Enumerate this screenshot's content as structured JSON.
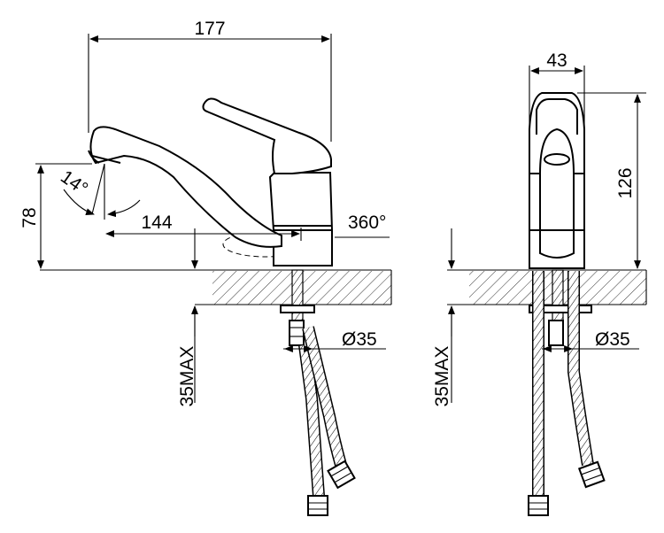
{
  "side_view": {
    "dim_width": "177",
    "dim_height": "78",
    "dim_spout_reach": "144",
    "angle_label": "14°",
    "rotation_label": "360°",
    "hole_diameter": "Ø35",
    "max_thickness": "35MAX"
  },
  "front_view": {
    "dim_width": "43",
    "dim_height": "126",
    "hole_diameter": "Ø35",
    "max_thickness": "35MAX"
  }
}
